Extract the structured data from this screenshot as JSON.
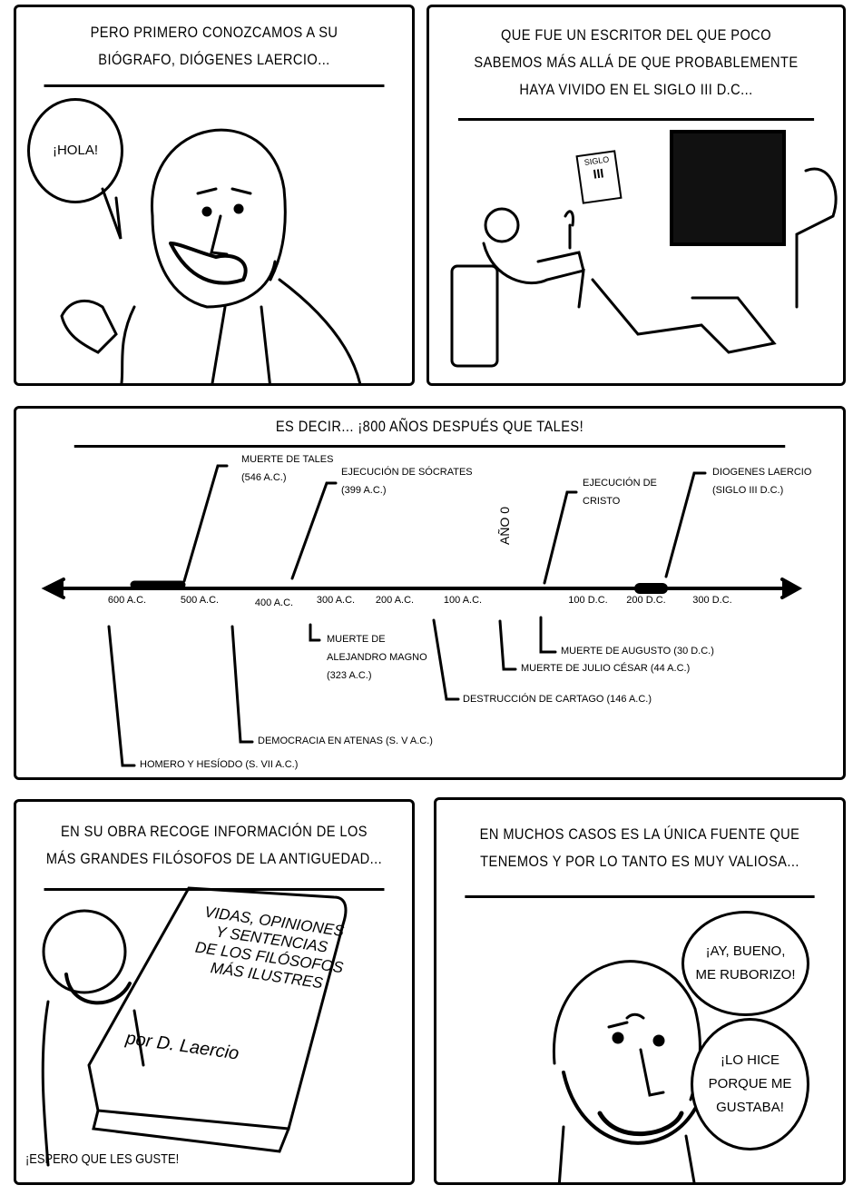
{
  "panels": [
    {
      "caption": [
        "Pero primero conozcamos a su",
        "biógrafo, Diógenes Laercio..."
      ],
      "bubble": "¡Hola!"
    },
    {
      "caption": [
        "Que fue un escritor del que poco",
        "sabemos más allá de que probablemente",
        "haya vivido en el siglo III d.C..."
      ],
      "calendar": [
        "Siglo",
        "III"
      ]
    },
    {
      "caption": "Es decir... ¡800 años después que Tales!"
    },
    {
      "caption": [
        "En su obra recoge información de los",
        "más grandes filósofos de la antiguedad..."
      ],
      "book_title": [
        "Vidas, opiniones",
        "y sentencias",
        "de los filósofos",
        "más ilustres"
      ],
      "book_author": "por D. Laercio",
      "bottom_text": "¡Espero que les guste!"
    },
    {
      "caption": [
        "En muchos casos es la única fuente que",
        "tenemos y por lo tanto es muy valiosa..."
      ],
      "bubbles": [
        [
          "¡Ay, bueno,",
          "me ruborizo!"
        ],
        [
          "¡Lo hice",
          "porque me",
          "gustaba!"
        ]
      ]
    }
  ],
  "timeline": {
    "year_zero_label": "Año 0",
    "ticks": [
      "600 A.C.",
      "500 A.C.",
      "400 A.C.",
      "300 A.C.",
      "200 A.C.",
      "100 A.C.",
      "100 D.C.",
      "200 D.C.",
      "300 D.C."
    ],
    "events_above": [
      {
        "lines": [
          "Muerte de Tales",
          "(546 A.C.)"
        ]
      },
      {
        "lines": [
          "Ejecución de Sócrates",
          "(399 A.C.)"
        ]
      },
      {
        "lines": [
          "Ejecución de",
          "Cristo"
        ]
      },
      {
        "lines": [
          "Diogenes Laercio",
          "(Siglo III D.C.)"
        ]
      }
    ],
    "events_below": [
      {
        "lines": [
          "Muerte de",
          "Alejandro Magno",
          "(323 A.C.)"
        ]
      },
      {
        "lines": [
          "Muerte de Augusto (30 D.C.)"
        ]
      },
      {
        "lines": [
          "Muerte de Julio César (44 A.C.)"
        ]
      },
      {
        "lines": [
          "Destrucción de Cartago (146 A.C.)"
        ]
      },
      {
        "lines": [
          "Democracia en Atenas (S. V A.C.)"
        ]
      },
      {
        "lines": [
          "Homero y Hesíodo (S. VII A.C.)"
        ]
      }
    ]
  }
}
